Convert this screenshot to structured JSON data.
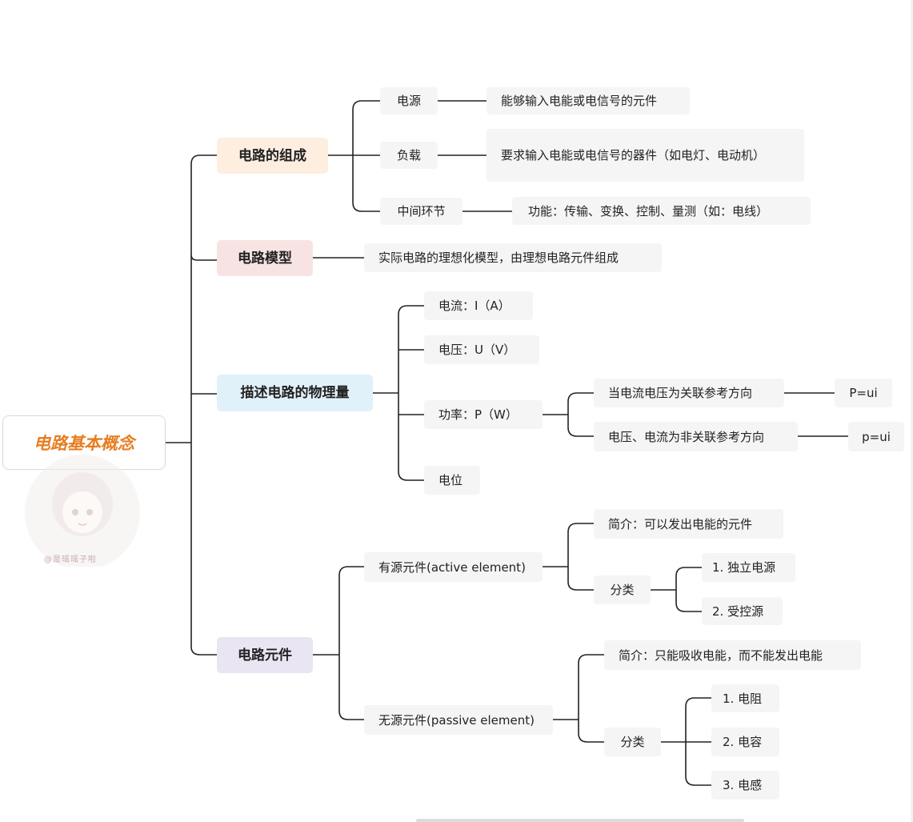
{
  "root": {
    "title": "电路基本概念"
  },
  "watermark": "@是瑶瑶子啦",
  "colors": {
    "line": "#222222",
    "root_text": "#e67e22",
    "composition_bg": "#fdeee0",
    "model_bg": "#f8e3e3",
    "quantities_bg": "#e1f1fa",
    "elements_bg": "#e9e5f3",
    "leaf_bg": "#f5f5f5"
  },
  "branches": {
    "composition": {
      "label": "电路的组成",
      "children": [
        {
          "label": "电源",
          "desc": "能够输入电能或电信号的元件"
        },
        {
          "label": "负载",
          "desc": "要求输入电能或电信号的器件（如电灯、电动机）"
        },
        {
          "label": "中间环节",
          "desc": "功能：传输、变换、控制、量测（如：电线）"
        }
      ]
    },
    "model": {
      "label": "电路模型",
      "desc": "实际电路的理想化模型，由理想电路元件组成"
    },
    "quantities": {
      "label": "描述电路的物理量",
      "current": "电流：I（A）",
      "voltage": "电压：U（V）",
      "power": {
        "label": "功率：P（W）",
        "cases": [
          {
            "label": "当电流电压为关联参考方向",
            "formula": "P=ui"
          },
          {
            "label": "电压、电流为非关联参考方向",
            "formula": "p=ui"
          }
        ]
      },
      "potential": "电位"
    },
    "elements": {
      "label": "电路元件",
      "active": {
        "label": "有源元件(active element)",
        "intro": "简介：可以发出电能的元件",
        "class_label": "分类",
        "items": [
          "1. 独立电源",
          "2. 受控源"
        ]
      },
      "passive": {
        "label": "无源元件(passive element)",
        "intro": "简介：只能吸收电能，而不能发出电能",
        "class_label": "分类",
        "items": [
          "1. 电阻",
          "2. 电容",
          "3. 电感"
        ]
      }
    }
  }
}
